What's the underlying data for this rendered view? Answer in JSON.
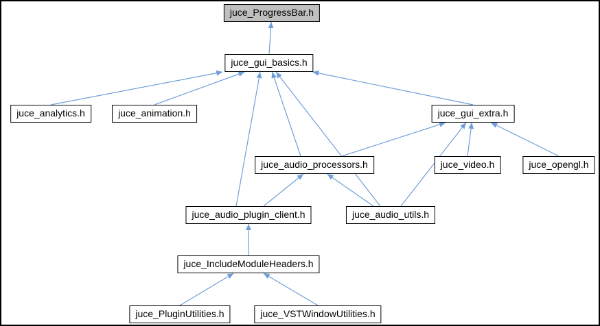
{
  "graph": {
    "description": "Include dependency graph for juce_ProgressBar.h",
    "nodes": [
      {
        "id": "progressbar",
        "label": "juce_ProgressBar.h",
        "highlighted": true
      },
      {
        "id": "gui_basics",
        "label": "juce_gui_basics.h",
        "highlighted": false
      },
      {
        "id": "analytics",
        "label": "juce_analytics.h",
        "highlighted": false
      },
      {
        "id": "animation",
        "label": "juce_animation.h",
        "highlighted": false
      },
      {
        "id": "gui_extra",
        "label": "juce_gui_extra.h",
        "highlighted": false
      },
      {
        "id": "audio_processors",
        "label": "juce_audio_processors.h",
        "highlighted": false
      },
      {
        "id": "video",
        "label": "juce_video.h",
        "highlighted": false
      },
      {
        "id": "opengl",
        "label": "juce_opengl.h",
        "highlighted": false
      },
      {
        "id": "plugin_client",
        "label": "juce_audio_plugin_client.h",
        "highlighted": false
      },
      {
        "id": "audio_utils",
        "label": "juce_audio_utils.h",
        "highlighted": false
      },
      {
        "id": "include_module_headers",
        "label": "juce_IncludeModuleHeaders.h",
        "highlighted": false
      },
      {
        "id": "plugin_utilities",
        "label": "juce_PluginUtilities.h",
        "highlighted": false
      },
      {
        "id": "vst_window_utilities",
        "label": "juce_VSTWindowUtilities.h",
        "highlighted": false
      }
    ],
    "edges": [
      {
        "from": "gui_basics",
        "to": "progressbar"
      },
      {
        "from": "analytics",
        "to": "gui_basics"
      },
      {
        "from": "animation",
        "to": "gui_basics"
      },
      {
        "from": "gui_extra",
        "to": "gui_basics"
      },
      {
        "from": "audio_processors",
        "to": "gui_basics"
      },
      {
        "from": "plugin_client",
        "to": "gui_basics"
      },
      {
        "from": "audio_utils",
        "to": "gui_basics"
      },
      {
        "from": "audio_processors",
        "to": "gui_extra"
      },
      {
        "from": "audio_utils",
        "to": "gui_extra"
      },
      {
        "from": "video",
        "to": "gui_extra"
      },
      {
        "from": "opengl",
        "to": "gui_extra"
      },
      {
        "from": "plugin_client",
        "to": "audio_processors"
      },
      {
        "from": "audio_utils",
        "to": "audio_processors"
      },
      {
        "from": "include_module_headers",
        "to": "plugin_client"
      },
      {
        "from": "plugin_utilities",
        "to": "include_module_headers"
      },
      {
        "from": "vst_window_utilities",
        "to": "include_module_headers"
      }
    ]
  },
  "colors": {
    "edge": "#6f9fd8",
    "node_border": "#000000",
    "node_background": "#ffffff",
    "highlighted_node_background": "#bfbfbf",
    "text": "#000000",
    "canvas_background": "#ffffff",
    "frame": "#000000"
  }
}
